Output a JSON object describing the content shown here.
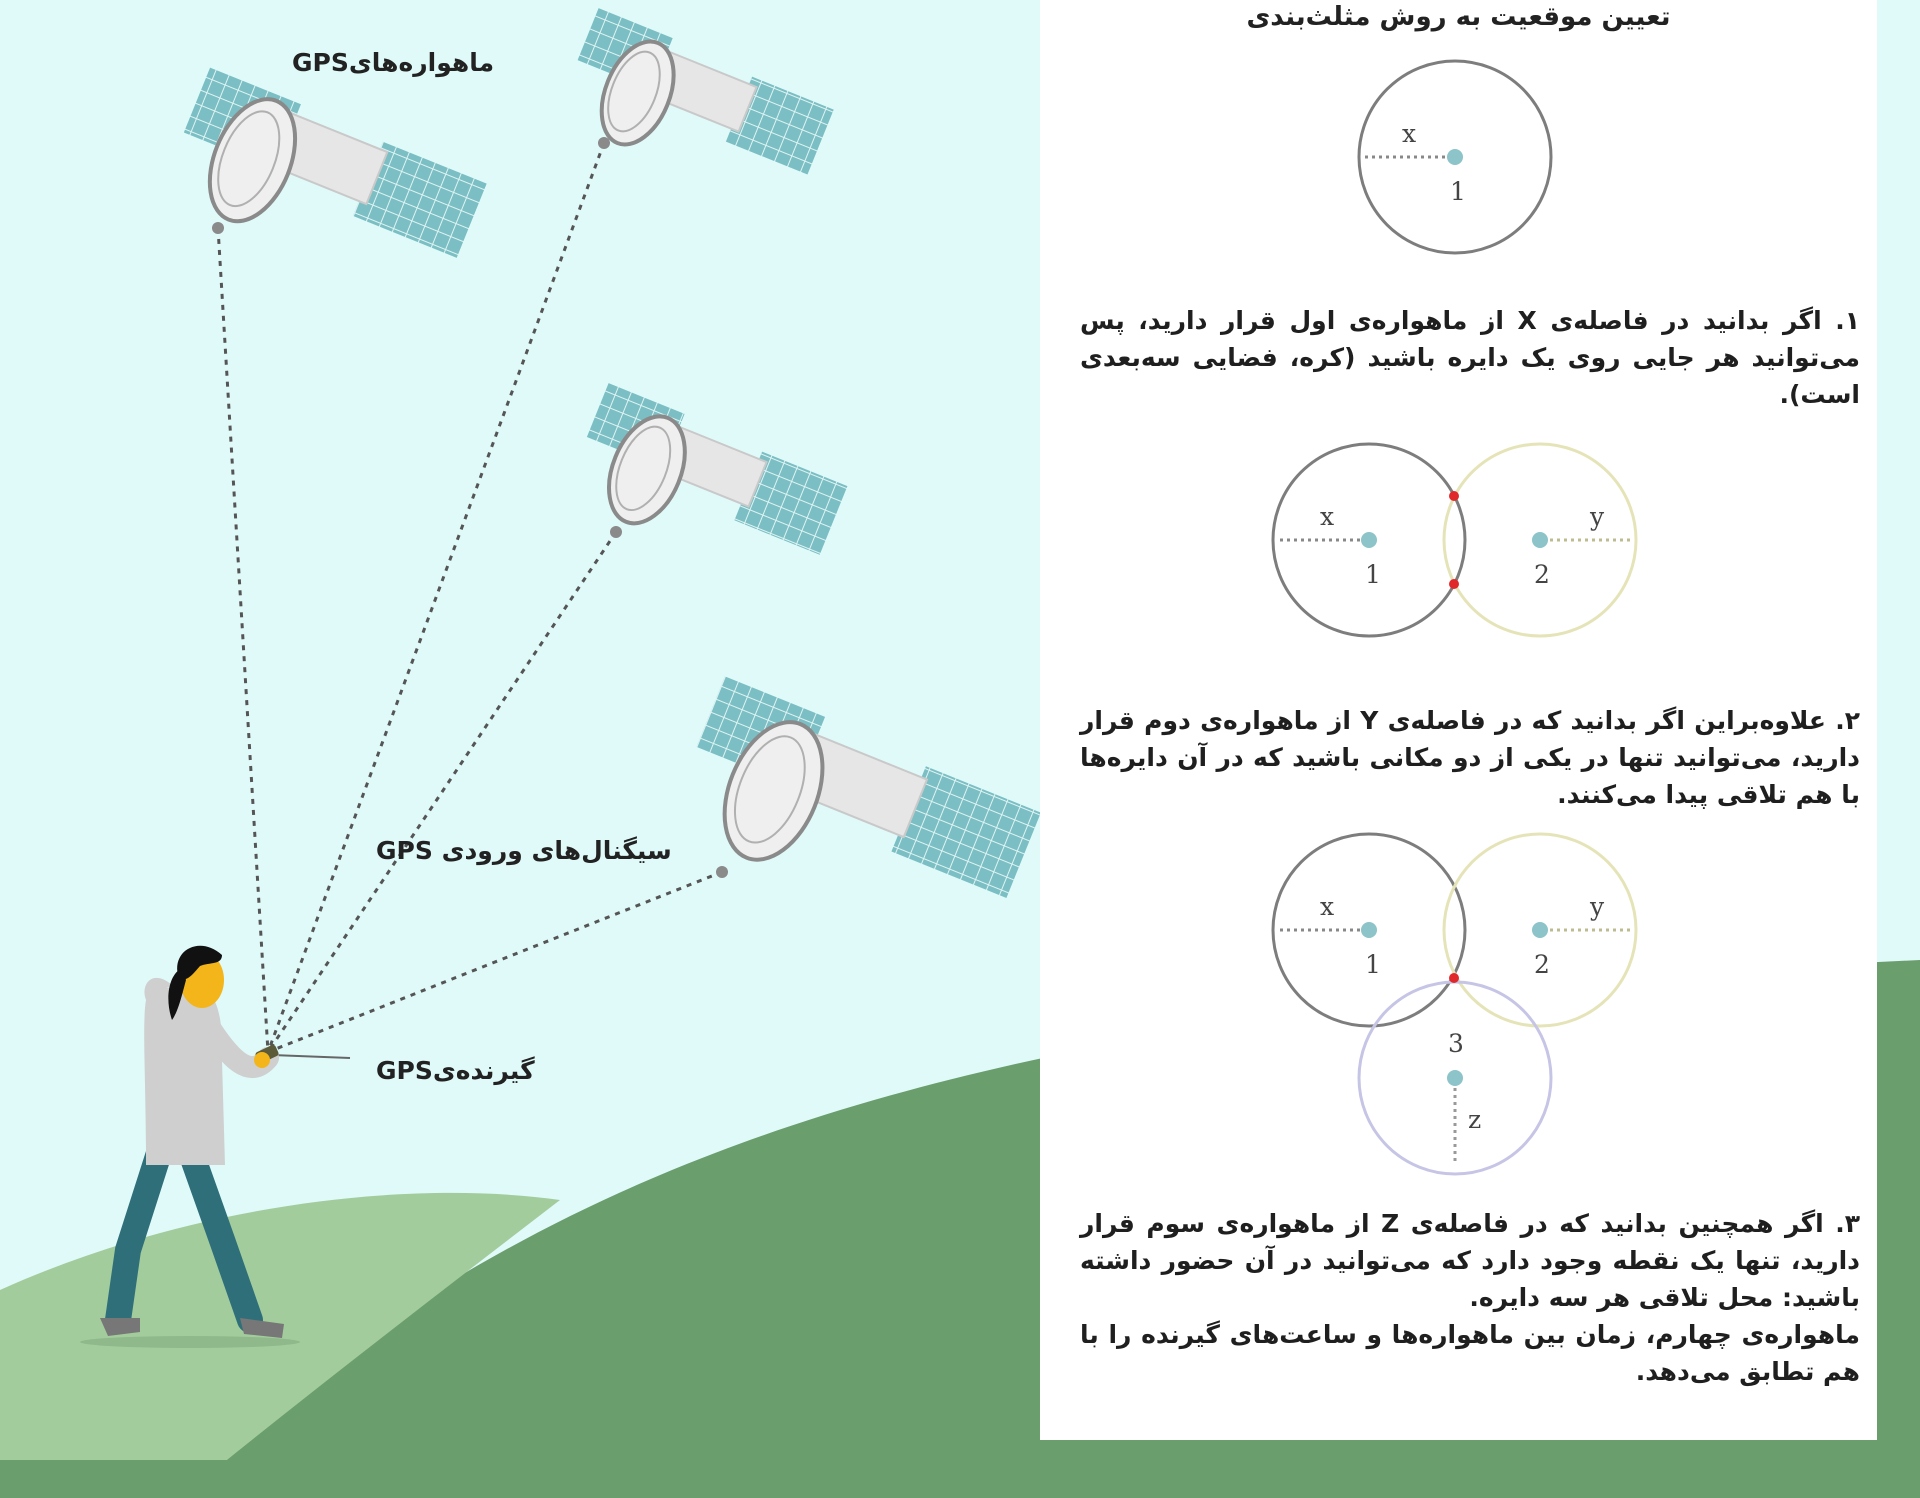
{
  "labels": {
    "satellites": "ماهواره‌هایGPS",
    "signals": "سیگنال‌های ورودی GPS",
    "receiver": "گیرنده‌یGPS"
  },
  "panel": {
    "title": "تعیین موقعیت به روش مثلث‌بندی",
    "step1": "۱. اگر  بدانید در فاصله‌ی X از ماهواره‌ی اول قرار دارید، پس می‌توانید هر جایی روی یک دایره باشید (کره، فضایی سه‌بعدی است).",
    "step2": "۲. علاوه‌براین اگر بدانید که در فاصله‌ی Y از ماهواره‌ی دوم قرار دارید، می‌توانید تنها در یکی از دو مکانی باشید که در آن دایره‌ها با هم تلاقی پیدا می‌کنند.",
    "step3": "۳. اگر همچنین بدانید که در فاصله‌ی Z از ماهواره‌ی سوم قرار دارید، تنها یک نقطه وجود دارد که می‌توانید در آن حضور داشته باشید: محل تلاقی هر سه دایره.",
    "step3b": "ماهواره‌ی چهارم، زمان بین ماهواره‌ها و ساعت‌های گیرنده را با هم تطابق می‌دهد."
  },
  "diagram_labels": {
    "x": "x",
    "y": "y",
    "z": "z",
    "n1": "1",
    "n2": "2",
    "n3": "3"
  },
  "colors": {
    "sky": "#e0fafa",
    "hill_dark": "#6b9e6d",
    "hill_light": "#a3cc9c",
    "panel_teal": "#7bbfc4",
    "circle_x": "#7d7d7d",
    "circle_y": "#e5e4b8",
    "circle_z": "#c6c5e6",
    "intersect": "#e0282b",
    "center_dot": "#8cc4c9"
  }
}
